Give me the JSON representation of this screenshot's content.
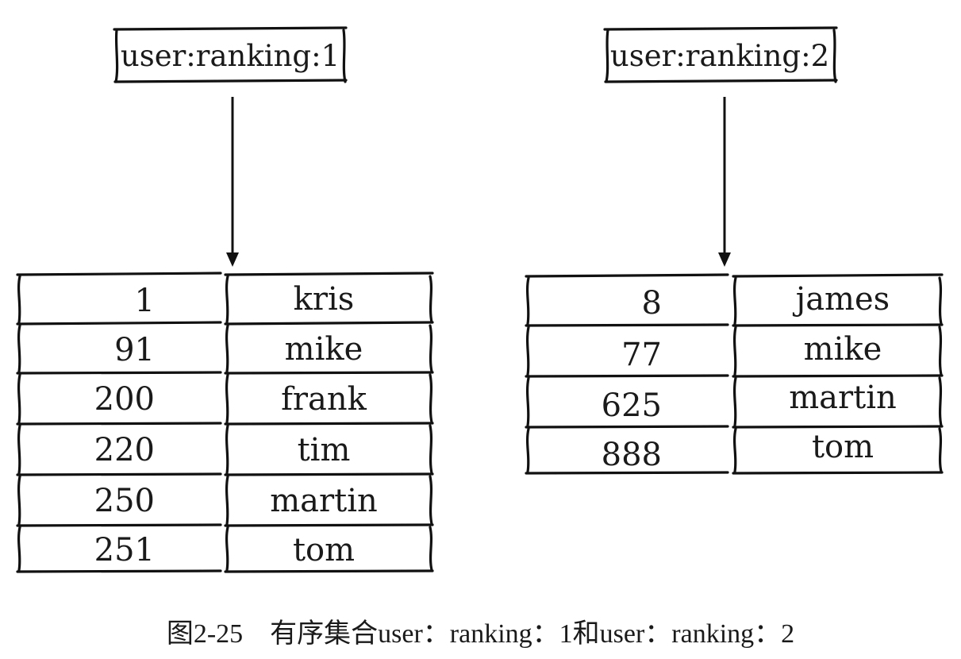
{
  "diagram": {
    "sets": [
      {
        "key": "user:ranking:1",
        "entries": [
          {
            "score": "1",
            "member": "kris"
          },
          {
            "score": "91",
            "member": "mike"
          },
          {
            "score": "200",
            "member": "frank"
          },
          {
            "score": "220",
            "member": "tim"
          },
          {
            "score": "250",
            "member": "martin"
          },
          {
            "score": "251",
            "member": "tom"
          }
        ]
      },
      {
        "key": "user:ranking:2",
        "entries": [
          {
            "score": "8",
            "member": "james"
          },
          {
            "score": "77",
            "member": "mike"
          },
          {
            "score": "625",
            "member": "martin"
          },
          {
            "score": "888",
            "member": "tom"
          }
        ]
      }
    ]
  },
  "caption": {
    "text": "图2-25　有序集合user：ranking：1和user：ranking：2"
  }
}
